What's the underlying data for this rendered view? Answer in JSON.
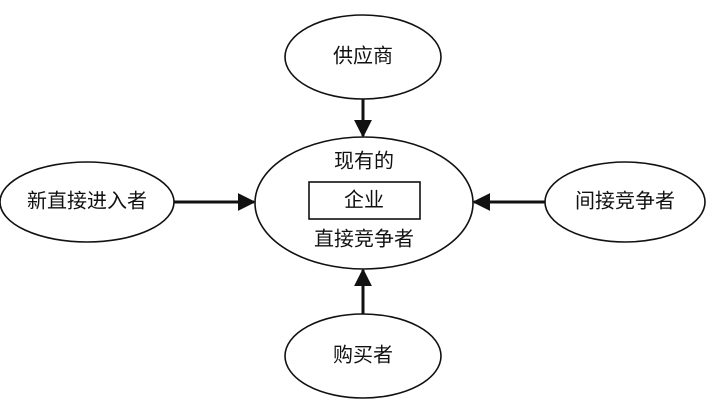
{
  "diagram": {
    "nodes": {
      "top": {
        "label": "供应商"
      },
      "left": {
        "label": "新直接进入者"
      },
      "right": {
        "label": "间接竞争者"
      },
      "bottom": {
        "label": "购买者"
      }
    },
    "center": {
      "label_top": "现有的",
      "box_label": "企业",
      "label_bottom": "直接竞争者"
    }
  },
  "colors": {
    "stroke": "#111111",
    "background": "#ffffff"
  }
}
